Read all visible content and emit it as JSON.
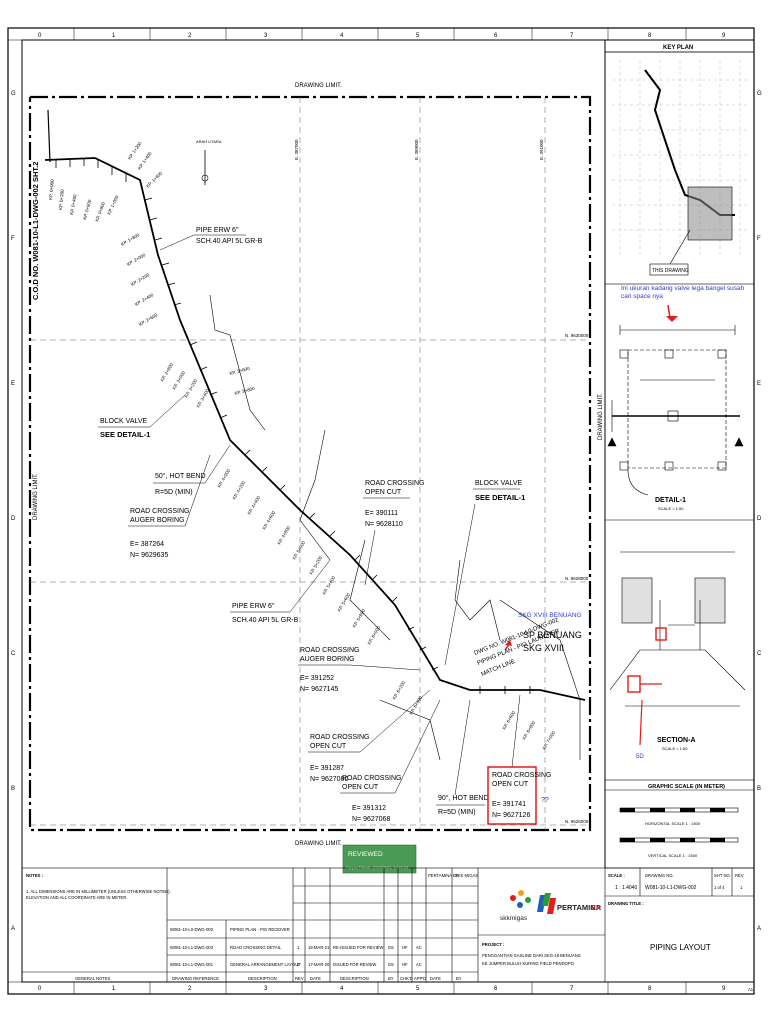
{
  "header": {
    "grid_columns": [
      "0",
      "1",
      "2",
      "3",
      "4",
      "5",
      "6",
      "7",
      "8",
      "9"
    ],
    "grid_rows": [
      "G",
      "F",
      "E",
      "D",
      "C",
      "B",
      "A"
    ]
  },
  "drawing": {
    "limit_top": "DRAWING LIMIT.",
    "limit_bottom": "DRAWING LIMIT.",
    "limit_left": "DRAWING LIMIT.",
    "limit_right": "DRAWING LIMIT.",
    "cod_ref": "C.O.D NO. W081-10-L1-DWG-002 SHT.2",
    "north_marker": "ARAH UTARA",
    "easting_labels": [
      "E. 387000",
      "E. 389000",
      "E. 391000"
    ],
    "northing_labels": [
      "N. 9630000",
      "N. 9628000",
      "N. 9626000"
    ],
    "pipe_spec_1": {
      "line1": "PIPE ERW 6\"",
      "line2": "SCH.40 API 5L GR-B"
    },
    "pipe_spec_2": {
      "line1": "PIPE ERW 6\"",
      "line2": "SCH.40 API 5L GR-B"
    },
    "block_valve_1": {
      "line1": "BLOCK VALVE",
      "line2": "SEE DETAIL-1"
    },
    "block_valve_2": {
      "line1": "BLOCK VALVE",
      "line2": "SEE DETAIL-1"
    },
    "hot_bend_1": {
      "line1": "50°, HOT BEND",
      "line2": "R=5D (MIN)"
    },
    "hot_bend_2": {
      "line1": "90°, HOT BEND",
      "line2": "R=5D (MIN)"
    },
    "crossing_auger_1": {
      "line1": "ROAD CROSSING",
      "line2": "AUGER BORING",
      "e": "E= 387264",
      "n": "N= 9629635"
    },
    "crossing_open_1": {
      "line1": "ROAD CROSSING",
      "line2": "OPEN CUT",
      "e": "E= 390111",
      "n": "N= 9628110"
    },
    "crossing_auger_2": {
      "line1": "ROAD CROSSING",
      "line2": "AUGER BORING",
      "e": "E= 391252",
      "n": "N= 9627145"
    },
    "crossing_open_2": {
      "line1": "ROAD CROSSING",
      "line2": "OPEN CUT",
      "e": "E= 391287",
      "n": "N= 9627080"
    },
    "crossing_open_3": {
      "line1": "ROAD CROSSING",
      "line2": "OPEN CUT",
      "e": "E= 391312",
      "n": "N= 9627068"
    },
    "crossing_open_4": {
      "line1": "ROAD CROSSING",
      "line2": "OPEN CUT",
      "e": "E= 391741",
      "n": "N= 9627126"
    },
    "sp_label": {
      "line1": "SP BENUANG",
      "line2": "SKG XVIII"
    },
    "match_line": {
      "line1": "DWG NO. W081-10-L0-DWG-002",
      "line2": "PIPING PLAN - PIG LAUNCHER",
      "line3": "MATCH LINE"
    },
    "kp_labels": [
      "KP. 0+000",
      "KP. 0+200",
      "KP. 0+400",
      "KP. 0+600",
      "KP. 0+800",
      "KP. 1+000",
      "KP. 1+200",
      "KP. 1+400",
      "KP. 1+600",
      "KP. 1+800",
      "KP. 2+000",
      "KP. 2+200",
      "KP. 2+400",
      "KP. 2+600",
      "KP. 2+800",
      "KP. 3+000",
      "KP. 3+200",
      "KP. 3+400",
      "KP. 3+600",
      "KP. 3+800",
      "KP. 4+000",
      "KP. 4+200",
      "KP. 4+400",
      "KP. 4+600",
      "KP. 4+800",
      "KP. 5+000",
      "KP. 5+200",
      "KP. 5+400",
      "KP. 5+600",
      "KP. 5+800",
      "KP. 6+000",
      "KP. 6+200",
      "KP. 6+400",
      "KP. 6+600",
      "KP. 6+800",
      "KP. 7+000"
    ]
  },
  "annotations": {
    "skg_note": "SKG XVIII BENUANG",
    "valve_note": "Ini ukuran kadang valve lega bangel susah cari space nya",
    "question": "??",
    "fivd": "5D"
  },
  "key_plan": {
    "title": "KEY PLAN",
    "this_drawing": "THIS DRAWING"
  },
  "detail": {
    "title": "DETAIL-1",
    "scale": "SCALE = 1:50"
  },
  "section": {
    "title": "SECTION-A",
    "scale": "SCALE = 1:50"
  },
  "graphic_scale": {
    "title": "GRAPHIC SCALE (IN METER)",
    "horizontal": "HORIZONTAL SCALE 1 : 1500",
    "vertical": "VERTICAL SCALE 1 : 1500"
  },
  "review_stamp": {
    "title": "REVIEWED",
    "sub": "Faryan Fitriadi, 10/03/2021, 14:01:23"
  },
  "notes": {
    "title": "NOTES :",
    "line1": "1.  ALL DIMENSIONS ARE IN MILLIMETER (UNLESS OTHERWISE NOTED).",
    "line2": "     ELEVATION AND ALL COORDINATE ARE IN METER."
  },
  "references": [
    {
      "no": "W081-10-L0-DWG-002",
      "title": "PIPING PLAN - PIG RECEIVER"
    },
    {
      "no": "W081-10-L1-DWG-003",
      "title": "ROAD CROSSING DETAIL"
    },
    {
      "no": "W081-10-L1-DWG-001",
      "title": "GENERAL ARRANGEMENT LAYOUT"
    }
  ],
  "revisions": [
    {
      "rev": "1",
      "date": "15-MAR-21",
      "desc": "RE-ISSUED FOR REVIEW",
      "by": "DS",
      "chk": "HF",
      "app": "AC"
    },
    {
      "rev": "0",
      "date": "17-MAR-20",
      "desc": "ISSUED FOR REVIEW",
      "by": "DS",
      "chk": "HF",
      "app": "AC"
    }
  ],
  "title_block_labels": {
    "general_notes": "GENERAL NOTES",
    "drawing_reference": "DRAWING REFERENCE",
    "description": "DESCRIPTION",
    "rev": "REV",
    "date": "DATE",
    "description2": "DESCRIPTION",
    "by": "BY",
    "chkd": "CHK'D",
    "appd": "APP'D",
    "date2": "DATE",
    "by2": "BY",
    "project": "PROJECT :",
    "project_line1": "PENGGANTIAN GASLINE DARI SKG-18 BENUANG",
    "project_line2": "KE JUMPER BULUH KURING FIELD PENDOPO",
    "drawing_title": "DRAWING TITLE :",
    "title_value": "PIPING LAYOUT",
    "scale_label": "SCALE :",
    "scale_value": "1 : 1.4040",
    "drawing_no_label": "DRAWING NO.",
    "drawing_no_value": "W081-10-L1-DWG-002",
    "sheet_label": "SHT NO.",
    "sheet_value": "1 of 4",
    "rev_label": "REV",
    "rev_value": "1",
    "approval_small_1": "PERTAMINA EP",
    "approval_small_2": "SKK MIGAS",
    "a1": "A1"
  },
  "logos": {
    "skkmigas": "skkmigas",
    "pertamina": "PERTAMINA",
    "pertamina_ep": "EP"
  }
}
